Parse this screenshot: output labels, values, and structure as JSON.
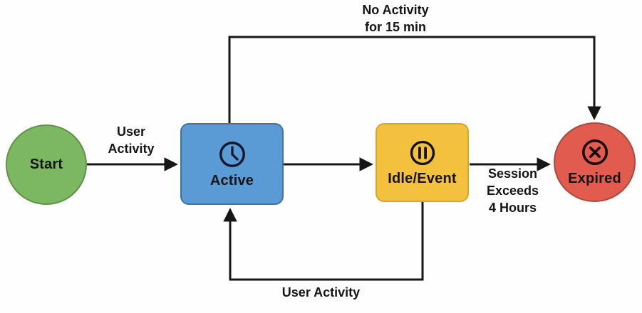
{
  "diagram": {
    "background": "#fefefe",
    "line_color": "#161616",
    "nodes": {
      "start": {
        "label": "Start",
        "shape": "ellipse",
        "fill": "#7cb761",
        "border": "#5e9346",
        "icon": null
      },
      "active": {
        "label": "Active",
        "shape": "rounded-rect",
        "fill": "#5b9bd5",
        "border": "#41719c",
        "icon": "clock-icon"
      },
      "idle": {
        "label": "Idle/Event",
        "shape": "rounded-rect",
        "fill": "#f3c13d",
        "border": "#d9a629",
        "icon": "pause-icon"
      },
      "expired": {
        "label": "Expired",
        "shape": "ellipse",
        "fill": "#e15b4e",
        "border": "#aa4a3f",
        "icon": "x-circle-icon"
      }
    },
    "edges": {
      "start_to_active": {
        "from": "Start",
        "to": "Active",
        "label": "User\nActivity"
      },
      "active_to_idle": {
        "from": "Active",
        "to": "Idle/Event",
        "label": ""
      },
      "idle_to_expired": {
        "from": "Idle/Event",
        "to": "Expired",
        "label": "Session\nExceeds\n4 Hours"
      },
      "active_to_expired": {
        "from": "Active",
        "to": "Expired",
        "label": "No Activity\nfor 15 min"
      },
      "idle_to_active": {
        "from": "Idle/Event",
        "to": "Active",
        "label": "User Activity"
      }
    }
  }
}
